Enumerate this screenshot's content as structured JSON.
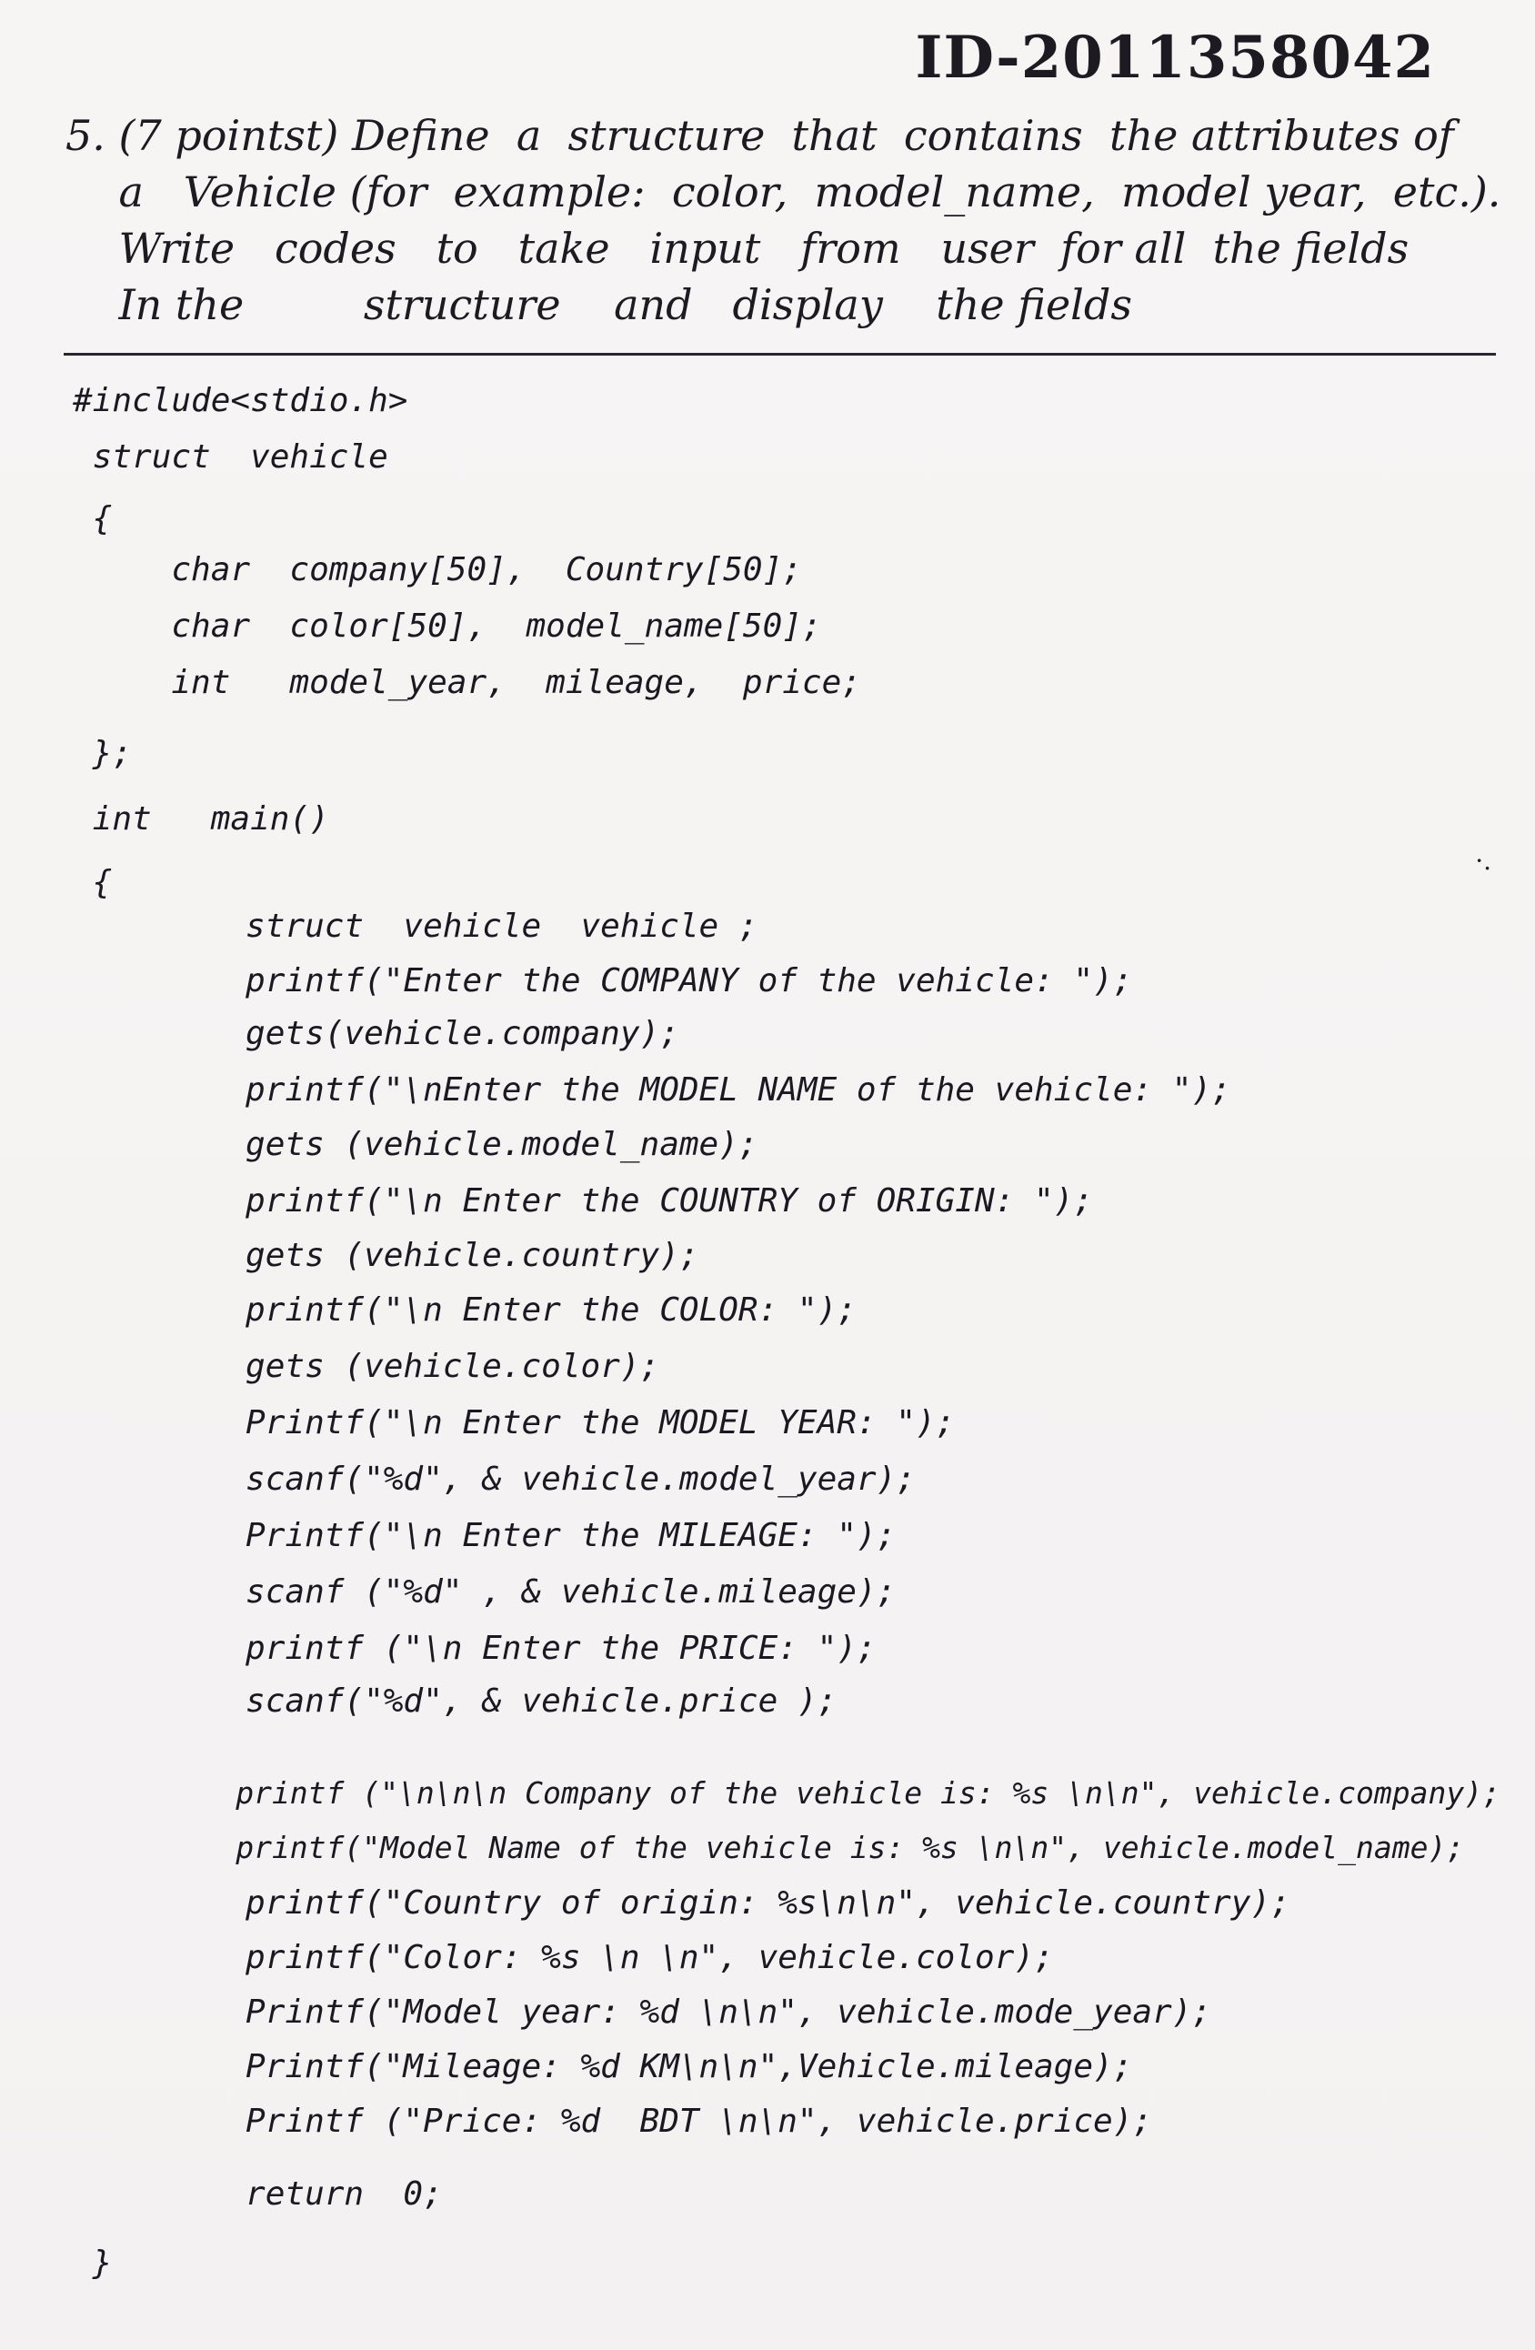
{
  "header": {
    "student_id": "ID-2011358042"
  },
  "question": {
    "lines": [
      "5. (7 pointst) Define  a  structure  that  contains  the attributes of",
      "    a   Vehicle (for  example:  color,  model_name,  model year,  etc.).",
      "    Write   codes   to   take   input   from   user  for all  the fields",
      "    In the         structure    and   display    the fields"
    ]
  },
  "code": {
    "lines": [
      "#include<stdio.h>",
      " struct  vehicle",
      " {",
      "     char  company[50],  Country[50];",
      "     char  color[50],  model_name[50];",
      "     int   model_year,  mileage,  price;",
      " };",
      " int   main()",
      " {",
      "      struct  vehicle  vehicle ;",
      "      printf(\"Enter the COMPANY of the vehicle: \");",
      "      gets(vehicle.company);",
      "      printf(\"\\nEnter the MODEL NAME of the vehicle: \");",
      "      gets (vehicle.model_name);",
      "      printf(\"\\n Enter the COUNTRY of ORIGIN: \");",
      "      gets (vehicle.country);",
      "      printf(\"\\n Enter the COLOR: \");",
      "      gets (vehicle.color);",
      "      Printf(\"\\n Enter the MODEL YEAR: \");",
      "      scanf(\"%d\", & vehicle.model_year);",
      "      Printf(\"\\n Enter the MILEAGE: \");",
      "      scanf (\"%d\" , & vehicle.mileage);",
      "      printf (\"\\n Enter the PRICE: \");",
      "      scanf(\"%d\", & vehicle.price );",
      "      printf (\"\\n\\n\\n Company of the vehicle is: %s \\n\\n\", vehicle.company);",
      "      printf(\"Model Name of the vehicle is: %s \\n\\n\", vehicle.model_name);",
      "      printf(\"Country of origin: %s\\n\\n\", vehicle.country);",
      "      printf(\"Color: %s \\n \\n\", vehicle.color);",
      "      Printf(\"Model year: %d \\n\\n\", vehicle.mode_year);",
      "      Printf(\"Mileage: %d KM\\n\\n\",Vehicle.mileage);",
      "      Printf (\"Price: %d  BDT \\n\\n\", vehicle.price);",
      "      return  0;",
      " }"
    ]
  }
}
